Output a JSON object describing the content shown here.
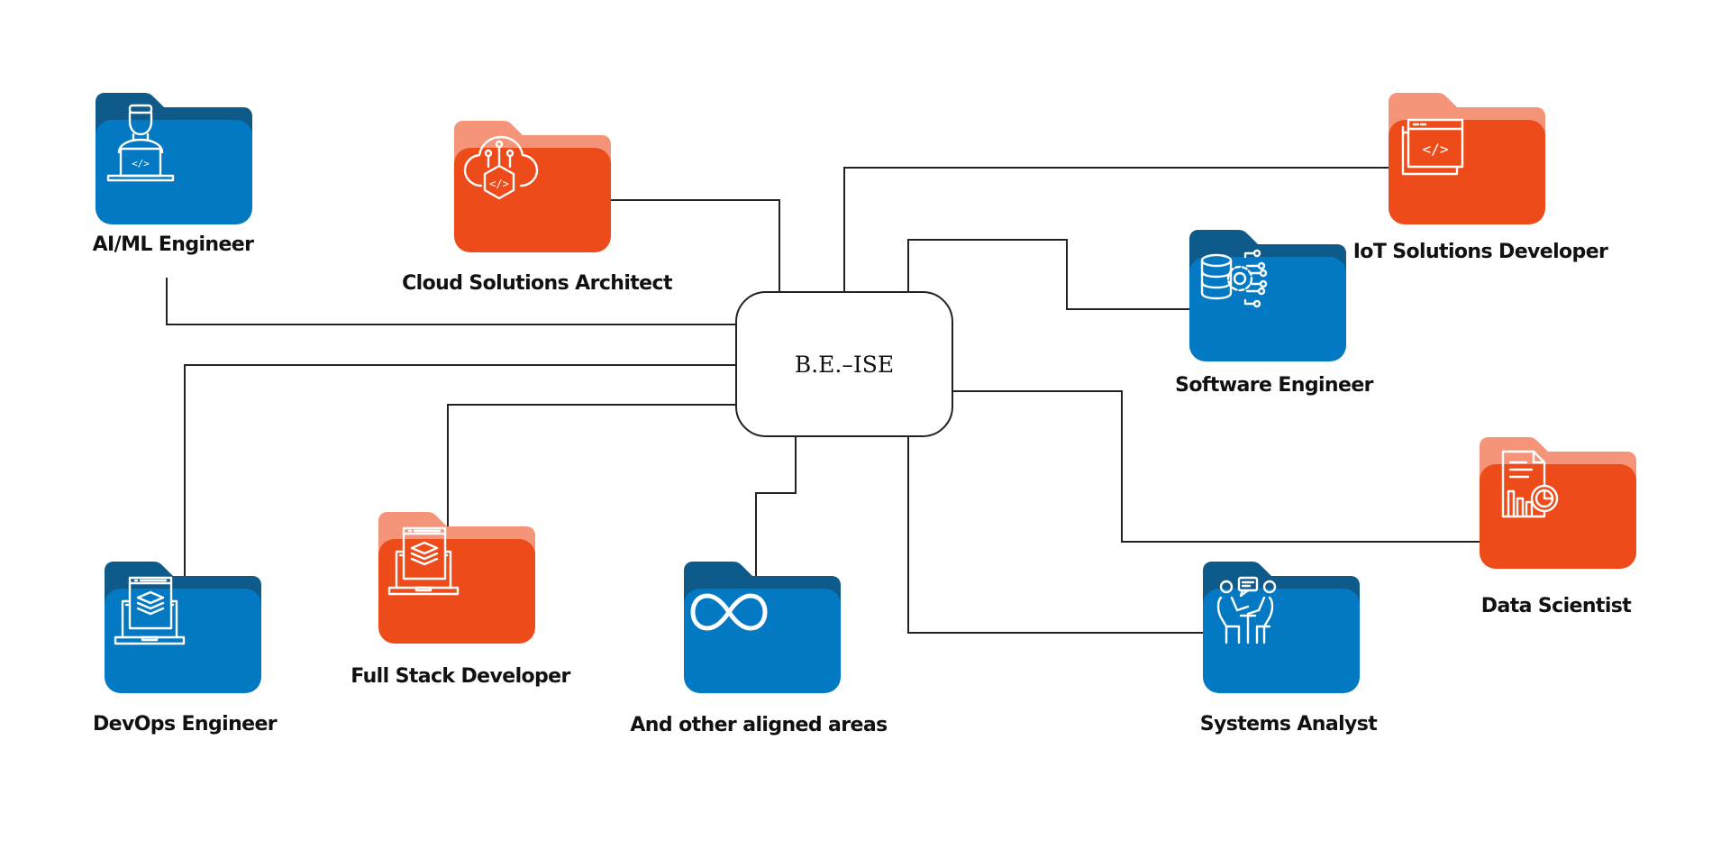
{
  "center": {
    "label": "B.E.–ISE"
  },
  "colors": {
    "blue_back": "#0E5A8A",
    "blue_front": "#0279C2",
    "orange_back": "#F4957A",
    "orange_front": "#EE4B1A",
    "line": "#222222"
  },
  "nodes": [
    {
      "id": "ai-ml",
      "label": "AI/ML Engineer",
      "color": "blue",
      "icon": "developer-laptop-icon"
    },
    {
      "id": "cloud",
      "label": "Cloud Solutions Architect",
      "color": "orange",
      "icon": "cloud-code-icon"
    },
    {
      "id": "iot",
      "label": "IoT Solutions Developer",
      "color": "orange",
      "icon": "code-window-icon"
    },
    {
      "id": "software",
      "label": "Software Engineer",
      "color": "blue",
      "icon": "database-gear-icon"
    },
    {
      "id": "data",
      "label": "Data Scientist",
      "color": "orange",
      "icon": "report-chart-icon"
    },
    {
      "id": "systems",
      "label": "Systems Analyst",
      "color": "blue",
      "icon": "meeting-icon"
    },
    {
      "id": "other",
      "label": "And other aligned areas",
      "color": "blue",
      "icon": "infinity-icon"
    },
    {
      "id": "fullstack",
      "label": "Full Stack Developer",
      "color": "orange",
      "icon": "laptop-layers-icon"
    },
    {
      "id": "devops",
      "label": "DevOps Engineer",
      "color": "blue",
      "icon": "laptop-layers-icon"
    }
  ]
}
